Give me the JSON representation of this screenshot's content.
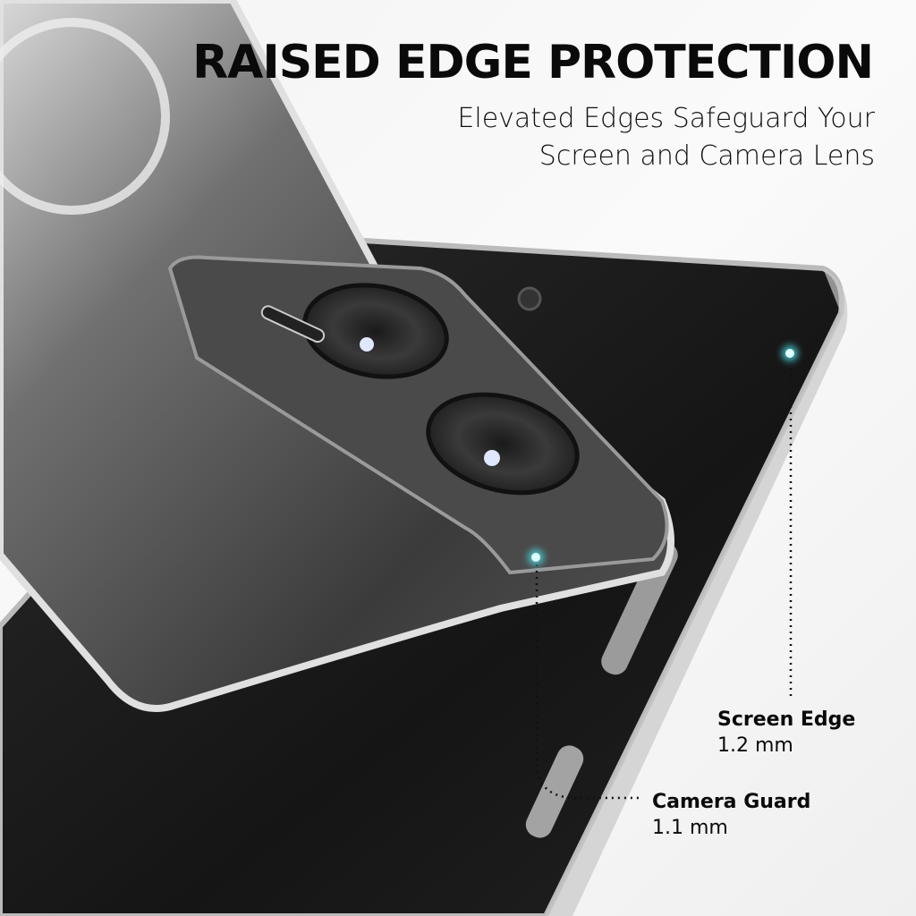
{
  "headline": "RAISED EDGE PROTECTION",
  "subheadline": {
    "line1": "Elevated Edges Safeguard Your",
    "line2": "Screen and Camera Lens"
  },
  "callouts": [
    {
      "title": "Screen Edge",
      "value": "1.2 mm"
    },
    {
      "title": "Camera Guard",
      "value": "1.1 mm"
    }
  ],
  "colors": {
    "accent_glow": "#5fdce6",
    "text": "#0a0a0a",
    "background": "#f5f5f5"
  }
}
